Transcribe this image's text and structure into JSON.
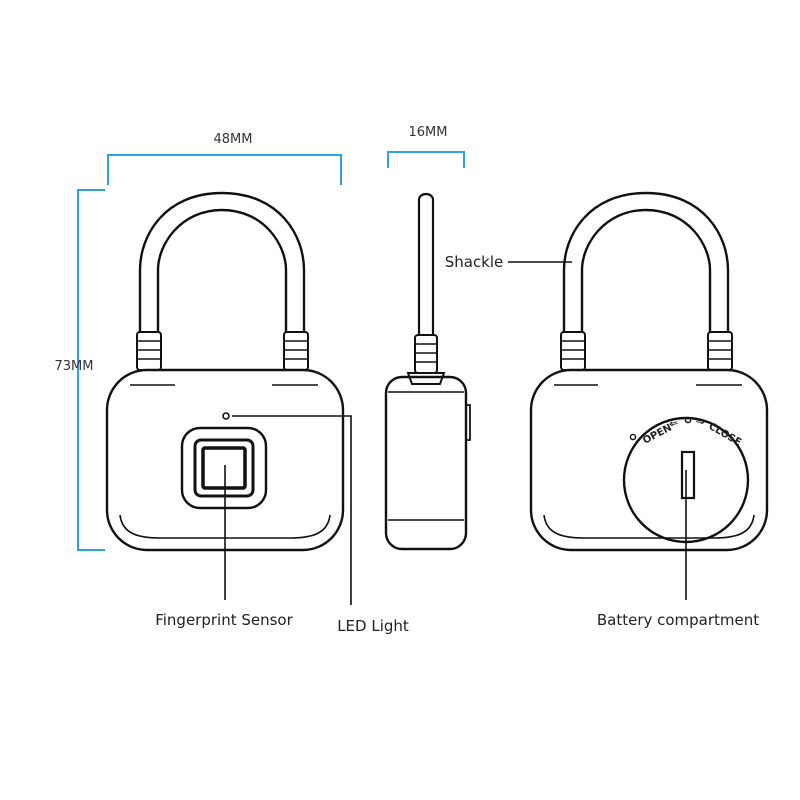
{
  "dimensions": {
    "width_label": "48MM",
    "thickness_label": "16MM",
    "height_label": "73MM"
  },
  "callouts": {
    "fingerprint_sensor": "Fingerprint Sensor",
    "led_light": "LED Light",
    "shackle": "Shackle",
    "battery_compartment": "Battery compartment"
  },
  "battery_cover": {
    "open_label": "OPEN",
    "close_label": "CLOSE"
  },
  "colors": {
    "dimension_line": "#2ea3dd",
    "outline": "#111111",
    "background": "#ffffff"
  }
}
